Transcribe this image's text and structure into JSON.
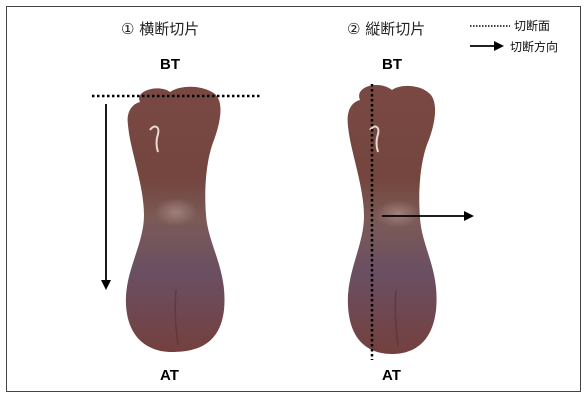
{
  "panels": [
    {
      "title": "① 横断切片",
      "top_label": "BT",
      "bottom_label": "AT"
    },
    {
      "title": "② 縦断切片",
      "top_label": "BT",
      "bottom_label": "AT"
    }
  ],
  "legend": {
    "dotted_label": "切断面",
    "arrow_label": "切断方向"
  },
  "colors": {
    "tissue_base": "#6e3f3f",
    "tissue_light": "#8a5b57",
    "tissue_violet": "#6a4f63",
    "line": "#000000"
  }
}
